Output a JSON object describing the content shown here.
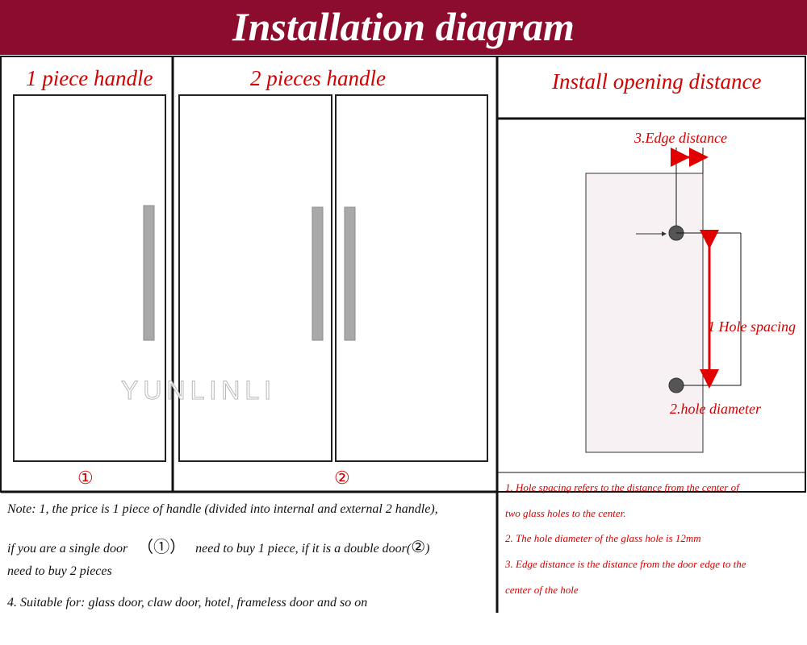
{
  "header": {
    "title": "Installation diagram"
  },
  "panels": {
    "one_piece": {
      "label": "1 piece handle",
      "number": "①"
    },
    "two_pieces": {
      "label": "2 pieces handle",
      "number": "②"
    },
    "install": {
      "label": "Install opening distance"
    }
  },
  "watermark": "YUNLINLI",
  "diagram_labels": {
    "edge_distance": "3.Edge distance",
    "hole_spacing": "1 Hole spacing",
    "hole_diameter": "2.hole diameter"
  },
  "notes": {
    "line1": "Note: 1, the price is 1 piece of handle (divided into internal and external 2 handle),",
    "line2_a": "if you are a single door",
    "line2_circle1": "（①）",
    "line2_b": "need to buy 1 piece, if it is a double door(",
    "line2_circle2": "②",
    "line2_c": ")",
    "line3": "need to buy 2 pieces",
    "line4": "4. Suitable for: glass door, claw door, hotel, frameless door and so on"
  },
  "right_notes": {
    "n1_a": "1. Hole spacing refers to the distance from the center of",
    "n1_b": "two glass holes to the center.",
    "n2": "2. The hole diameter of the glass hole is 12mm",
    "n3_a": "3. Edge distance is the distance from the door edge to the",
    "n3_b": "center of the hole"
  },
  "colors": {
    "banner": "#8b0c2c",
    "label_red": "#d40000",
    "handle_gray": "#a9a9a9",
    "glass_panel": "#f7f1f3"
  }
}
